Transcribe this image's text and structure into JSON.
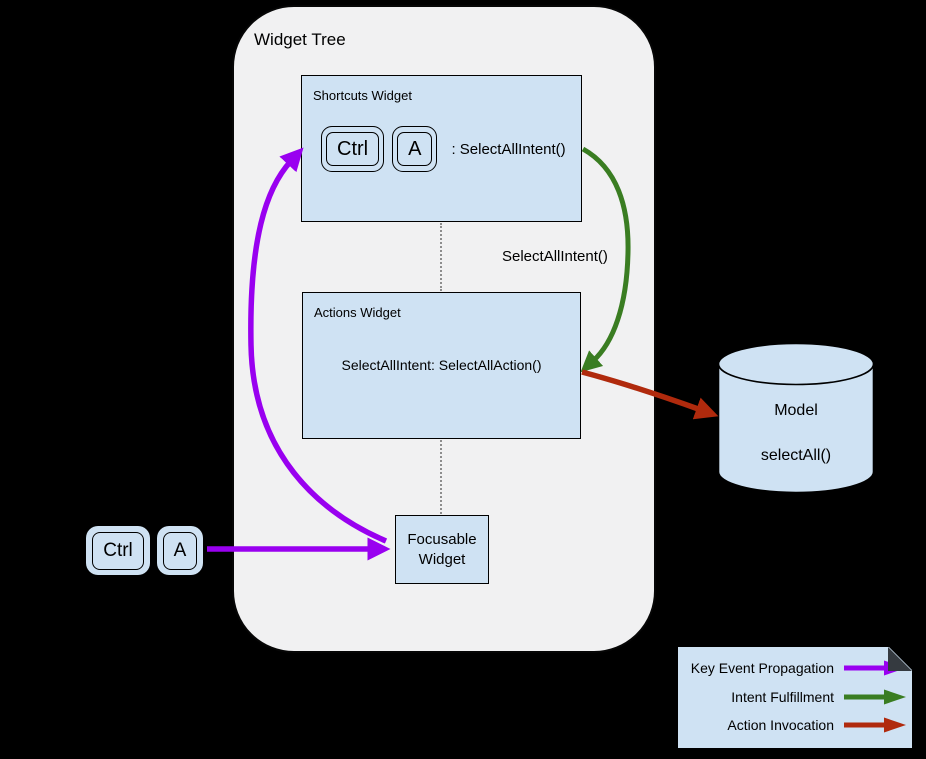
{
  "title": "Widget Tree",
  "colors": {
    "key_event_propagation": "#9900f0",
    "intent_fulfillment": "#3a7d22",
    "action_invocation": "#b02a0d",
    "widget_fill": "#cfe2f3",
    "tree_fill": "#f1f1f2",
    "background": "#000000"
  },
  "shortcuts_widget": {
    "label": "Shortcuts Widget",
    "keys": [
      "Ctrl",
      "A"
    ],
    "binding": ": SelectAllIntent()"
  },
  "intent_flow_label": "SelectAllIntent()",
  "actions_widget": {
    "label": "Actions Widget",
    "mapping": "SelectAllIntent: SelectAllAction()"
  },
  "focusable_widget": {
    "label": "Focusable Widget"
  },
  "model": {
    "title": "Model",
    "method": "selectAll()"
  },
  "input_keys": [
    "Ctrl",
    "A"
  ],
  "legend": {
    "items": [
      {
        "label": "Key Event Propagation",
        "color": "#9900f0"
      },
      {
        "label": "Intent Fulfillment",
        "color": "#3a7d22"
      },
      {
        "label": "Action Invocation",
        "color": "#b02a0d"
      }
    ]
  }
}
